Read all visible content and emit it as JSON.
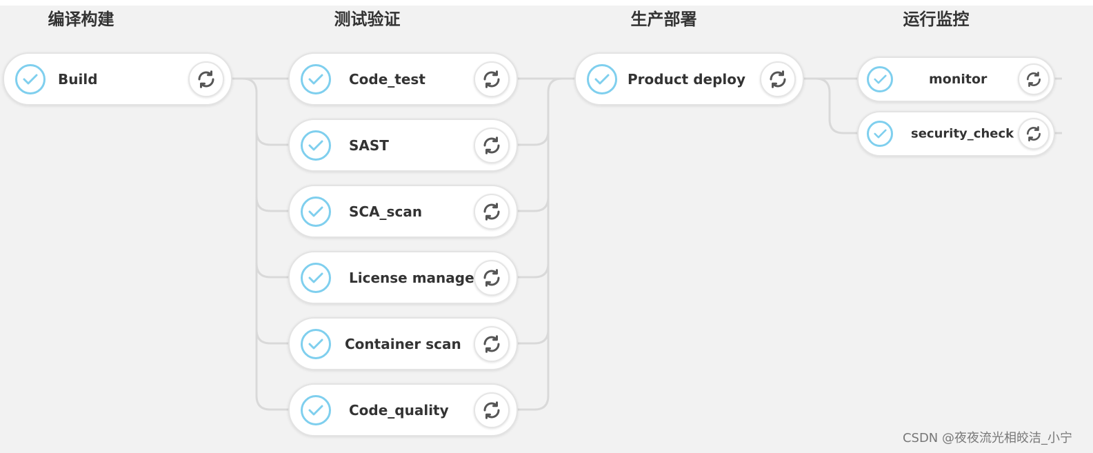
{
  "stages": [
    {
      "title": "编译构建",
      "jobs": [
        "Build"
      ]
    },
    {
      "title": "测试验证",
      "jobs": [
        "Code_test",
        "SAST",
        "SCA_scan",
        "License manage",
        "Container scan",
        "Code_quality"
      ]
    },
    {
      "title": "生产部署",
      "jobs": [
        "Product deploy"
      ]
    },
    {
      "title": "运行监控",
      "jobs": [
        "monitor",
        "security_check"
      ]
    }
  ],
  "job_status_icon": "check-circle-icon",
  "job_action_icon": "refresh-icon",
  "colors": {
    "check_accent": "#7fcfee",
    "connector": "#d9d9d9",
    "text": "#333333"
  },
  "watermark": "CSDN @夜夜流光相皎洁_小宁"
}
